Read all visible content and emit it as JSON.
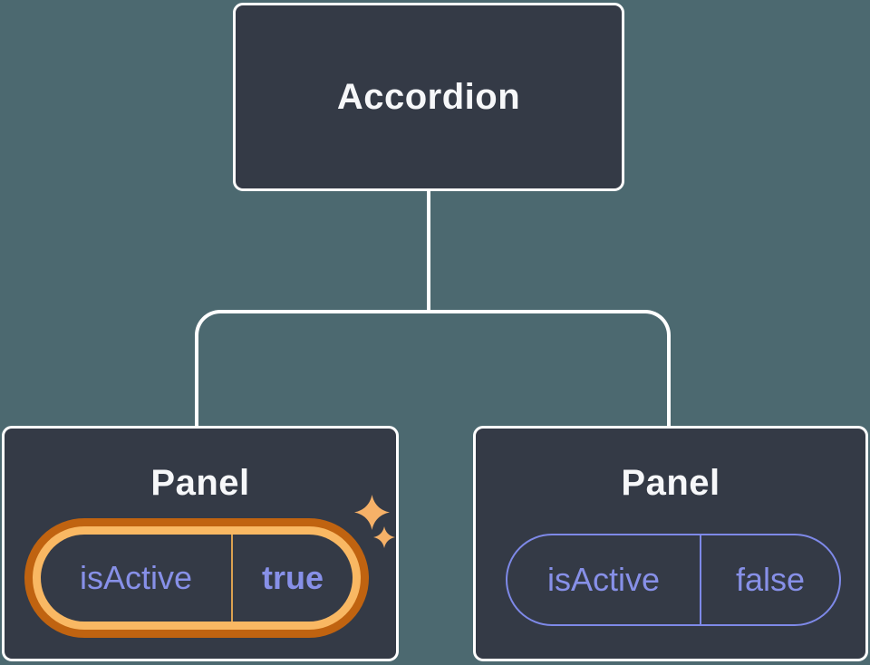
{
  "diagram": {
    "root": {
      "label": "Accordion"
    },
    "panels": [
      {
        "label": "Panel",
        "state_key": "isActive",
        "state_value": "true",
        "highlighted": true
      },
      {
        "label": "Panel",
        "state_key": "isActive",
        "state_value": "false",
        "highlighted": false
      }
    ]
  },
  "icons": {
    "sparkle_large": "sparkle-icon",
    "sparkle_small": "sparkle-icon"
  },
  "colors": {
    "canvas-bg": "#4c6970",
    "node-bg": "#343a46",
    "node-border": "#ffffff",
    "title-text": "#f6f7f9",
    "state-purple": "#8790e8",
    "pill-border-purple": "#7e89e8",
    "highlight-orange-dark": "#c06310",
    "highlight-orange-light": "#f9b863",
    "highlight-divider": "#dba150",
    "sparkle-orange": "#f6b168"
  }
}
